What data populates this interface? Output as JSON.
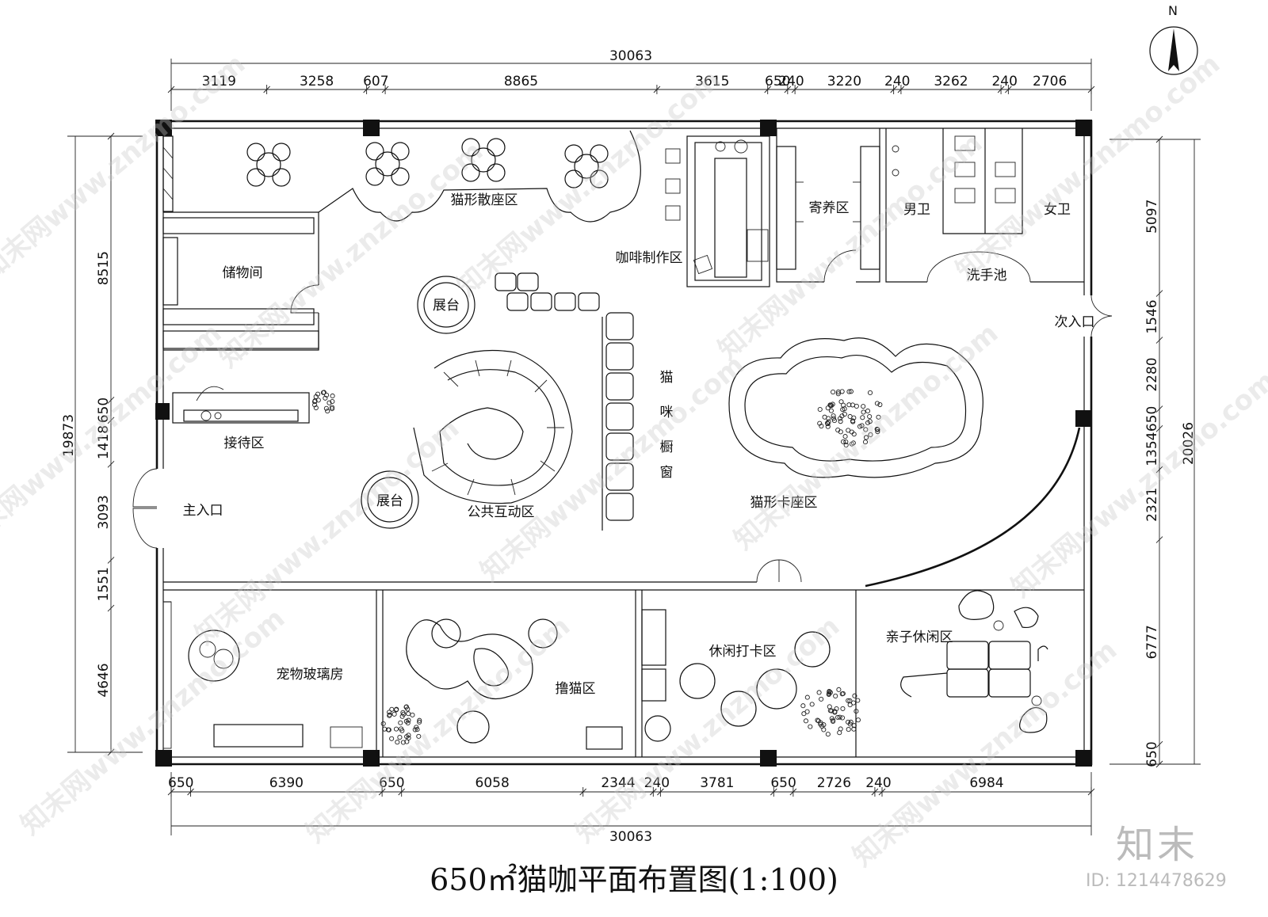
{
  "title": "650㎡猫咖平面布置图(1:100)",
  "north_label": "N",
  "logo_text": "知末",
  "image_id": "ID: 1214478629",
  "watermark_text": "知末网www.znzmo.com",
  "dims": {
    "top_total": "30063",
    "top": [
      "3119",
      "3258",
      "607",
      "8865",
      "3615",
      "650",
      "240",
      "3220",
      "240",
      "3262",
      "240",
      "2706"
    ],
    "bottom_total": "30063",
    "bottom": [
      "650",
      "6390",
      "650",
      "6058",
      "2344",
      "240",
      "3781",
      "650",
      "2726",
      "240",
      "6984"
    ],
    "left_total": "19873",
    "left": [
      "8515",
      "650",
      "1418",
      "3093",
      "1551",
      "4646"
    ],
    "right_total": "20026",
    "right": [
      "5097",
      "1546",
      "2280",
      "650",
      "1354",
      "2321",
      "6777",
      "650"
    ]
  },
  "rooms": {
    "cat_seating": "猫形散座区",
    "coffee_bar": "咖啡制作区",
    "boarding": "寄养区",
    "mens_wc": "男卫",
    "womens_wc": "女卫",
    "sink": "洗手池",
    "storage": "储物间",
    "stage1": "展台",
    "stage2": "展台",
    "cat_window": [
      "猫",
      "咪",
      "橱",
      "窗"
    ],
    "secondary_entrance": "次入口",
    "reception": "接待区",
    "main_entrance": "主入口",
    "public_zone": "公共互动区",
    "cat_booth": "猫形卡座区",
    "glass_room": "宠物玻璃房",
    "petting": "撸猫区",
    "checkin": "休闲打卡区",
    "family": "亲子休闲区"
  }
}
